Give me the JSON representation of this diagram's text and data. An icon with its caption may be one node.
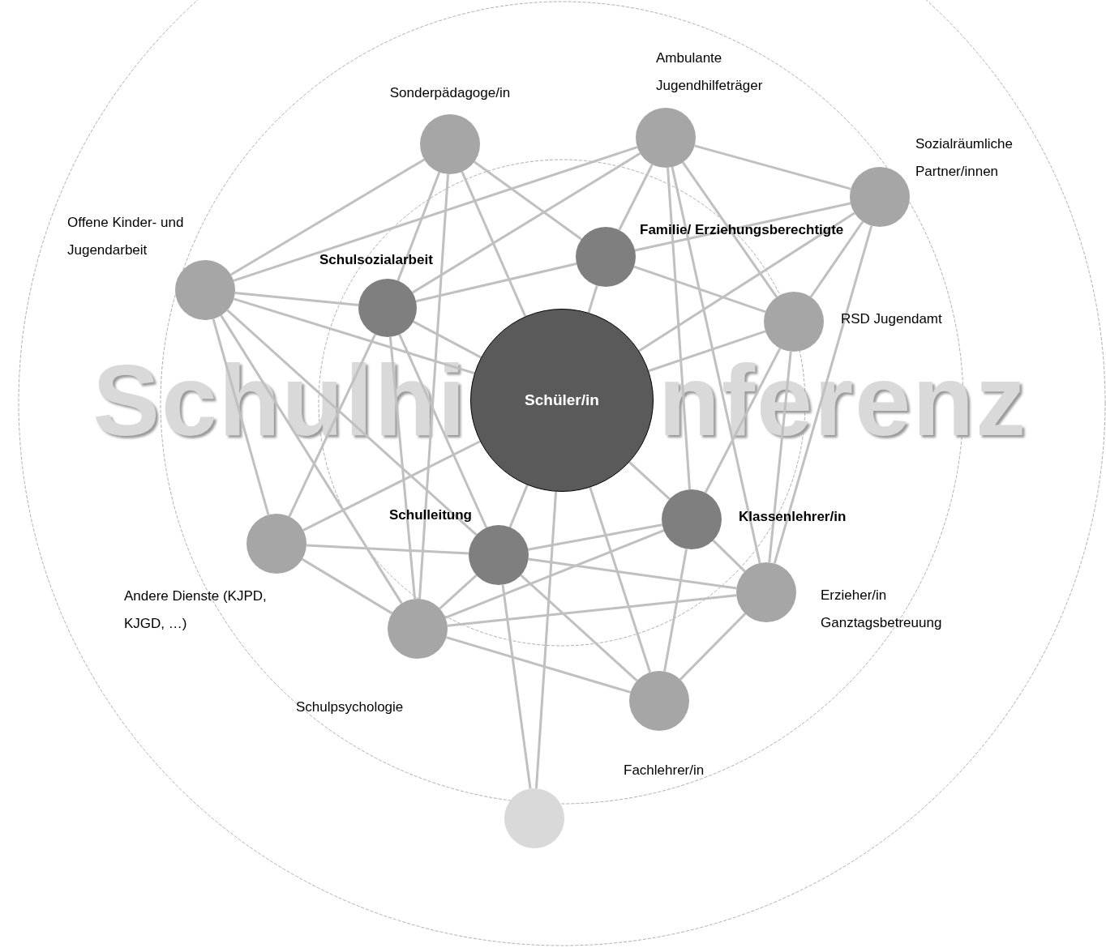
{
  "diagram": {
    "nodes": [
      {
        "text": [
          "Schüler/in"
        ]
      },
      {
        "text": [
          "Sonderpädagoge/in"
        ]
      },
      {
        "text": [
          "Ambulante Jugendhilfeträger"
        ]
      },
      {
        "text": [
          "Sozialräumliche Partner/innen"
        ]
      },
      {
        "text": [
          "Offene Kinder- und Jugendarbeit"
        ]
      },
      {
        "text": [
          "Schulsozialarbeit"
        ]
      },
      {
        "text": [
          "Familie/ Erziehungsberechtigte"
        ]
      },
      {
        "text": [
          "RSD Jugendamt"
        ]
      },
      {
        "text": [
          "Andere Dienste (KJPD, KJGD, …)"
        ]
      },
      {
        "text": [
          "Schulleitung"
        ]
      },
      {
        "text": [
          "Klassenlehrer/in"
        ]
      },
      {
        "text": [
          "Erzieher/in Ganztagsbetreuung"
        ]
      },
      {
        "text": [
          "Schulpsychologie"
        ]
      },
      {
        "text": [
          "Fachlehrer/in"
        ]
      },
      {
        "text": [],
        "shape": "circle"
      }
    ],
    "edges": [
      {
        "from": 0,
        "to": 1,
        "arrow": "none"
      },
      {
        "from": 0,
        "to": 3,
        "arrow": "none"
      },
      {
        "from": 0,
        "to": 4,
        "arrow": "none"
      },
      {
        "from": 0,
        "to": 5,
        "arrow": "none"
      },
      {
        "from": 0,
        "to": 6,
        "arrow": "none"
      },
      {
        "from": 0,
        "to": 7,
        "arrow": "none"
      },
      {
        "from": 0,
        "to": 8,
        "arrow": "none"
      },
      {
        "from": 0,
        "to": 9,
        "arrow": "none"
      },
      {
        "from": 0,
        "to": 10,
        "arrow": "none"
      },
      {
        "from": 0,
        "to": 13,
        "arrow": "none"
      },
      {
        "from": 0,
        "to": 14,
        "arrow": "none"
      },
      {
        "from": 1,
        "to": 4,
        "arrow": "none"
      },
      {
        "from": 1,
        "to": 5,
        "arrow": "none"
      },
      {
        "from": 1,
        "to": 12,
        "arrow": "none"
      },
      {
        "from": 1,
        "to": 6,
        "arrow": "none"
      },
      {
        "from": 2,
        "to": 3,
        "arrow": "none"
      },
      {
        "from": 2,
        "to": 4,
        "arrow": "none"
      },
      {
        "from": 2,
        "to": 5,
        "arrow": "none"
      },
      {
        "from": 2,
        "to": 6,
        "arrow": "none"
      },
      {
        "from": 2,
        "to": 7,
        "arrow": "none"
      },
      {
        "from": 2,
        "to": 10,
        "arrow": "none"
      },
      {
        "from": 2,
        "to": 11,
        "arrow": "none"
      },
      {
        "from": 3,
        "to": 6,
        "arrow": "none"
      },
      {
        "from": 3,
        "to": 7,
        "arrow": "none"
      },
      {
        "from": 3,
        "to": 11,
        "arrow": "none"
      },
      {
        "from": 4,
        "to": 5,
        "arrow": "none"
      },
      {
        "from": 4,
        "to": 8,
        "arrow": "none"
      },
      {
        "from": 4,
        "to": 9,
        "arrow": "none"
      },
      {
        "from": 4,
        "to": 12,
        "arrow": "none"
      },
      {
        "from": 5,
        "to": 8,
        "arrow": "none"
      },
      {
        "from": 5,
        "to": 12,
        "arrow": "none"
      },
      {
        "from": 5,
        "to": 9,
        "arrow": "none"
      },
      {
        "from": 5,
        "to": 6,
        "arrow": "none"
      },
      {
        "from": 6,
        "to": 7,
        "arrow": "none"
      },
      {
        "from": 7,
        "to": 10,
        "arrow": "none"
      },
      {
        "from": 7,
        "to": 11,
        "arrow": "none"
      },
      {
        "from": 8,
        "to": 9,
        "arrow": "none"
      },
      {
        "from": 8,
        "to": 12,
        "arrow": "none"
      },
      {
        "from": 9,
        "to": 10,
        "arrow": "none"
      },
      {
        "from": 9,
        "to": 11,
        "arrow": "none"
      },
      {
        "from": 9,
        "to": 12,
        "arrow": "none"
      },
      {
        "from": 9,
        "to": 13,
        "arrow": "none"
      },
      {
        "from": 9,
        "to": 14,
        "arrow": "none"
      },
      {
        "from": 10,
        "to": 11,
        "arrow": "none"
      },
      {
        "from": 10,
        "to": 13,
        "arrow": "none"
      },
      {
        "from": 10,
        "to": 12,
        "arrow": "none"
      },
      {
        "from": 11,
        "to": 12,
        "arrow": "none"
      },
      {
        "from": 11,
        "to": 13,
        "arrow": "none"
      },
      {
        "from": 12,
        "to": 13,
        "arrow": "none"
      }
    ],
    "labels": [
      "Schulhi",
      "nferenz"
    ]
  }
}
